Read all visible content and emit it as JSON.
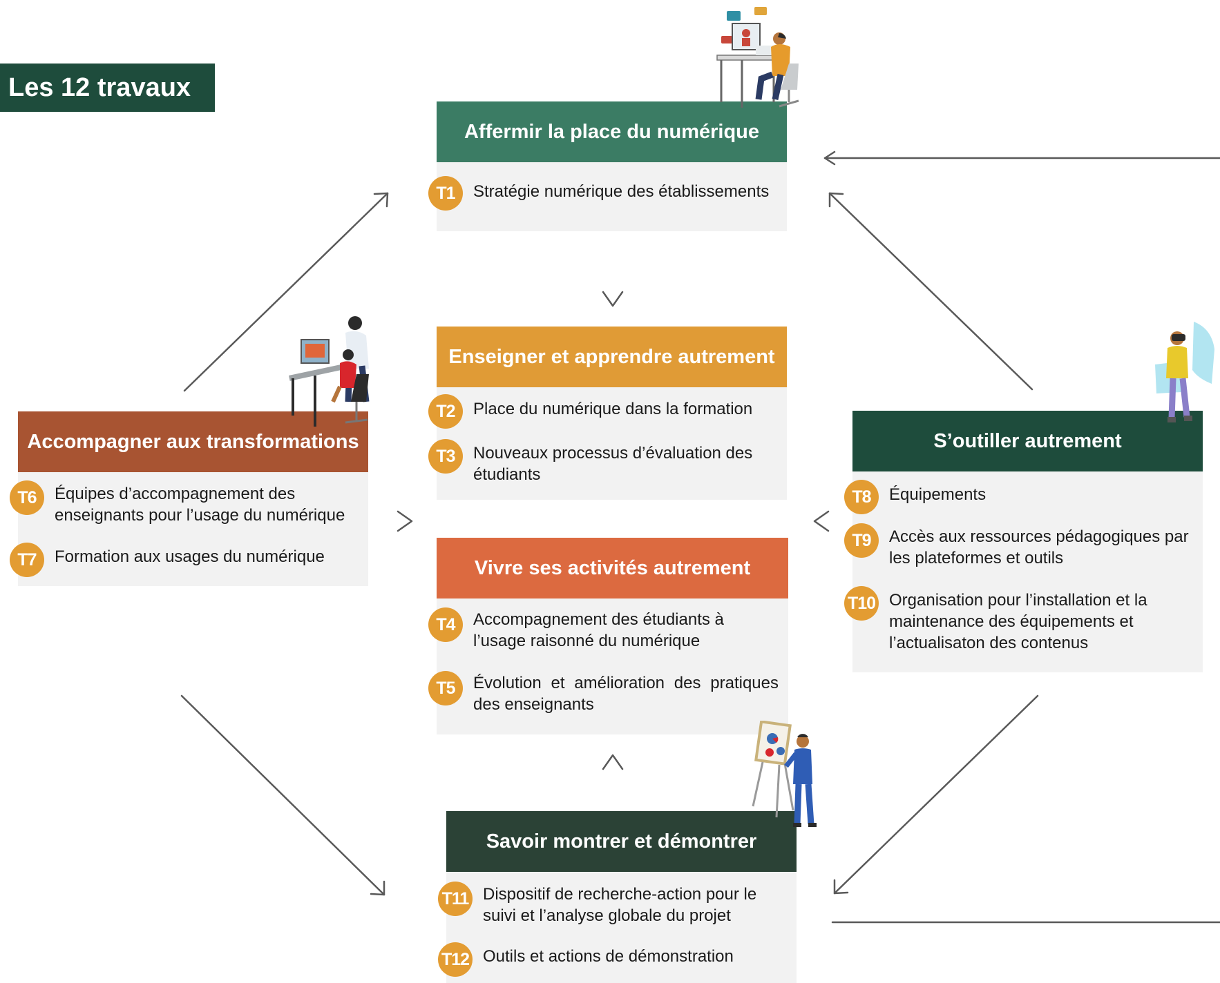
{
  "page_title": "Les 12 travaux",
  "colors": {
    "title_bg": "#1e4c3c",
    "badge": "#e39c32",
    "body_bg": "#f2f2f2",
    "arrow": "#595959"
  },
  "groups": {
    "affermir": {
      "title": "Affermir la place du numérique",
      "color": "#3b7c64",
      "items": [
        {
          "code": "T1",
          "text": "Stratégie numérique des établissements"
        }
      ]
    },
    "enseigner": {
      "title": "Enseigner et apprendre autrement",
      "color": "#e09b36",
      "items": [
        {
          "code": "T2",
          "text": "Place du numérique dans la formation"
        },
        {
          "code": "T3",
          "text": "Nouveaux processus d’évaluation des étudiants"
        }
      ]
    },
    "vivre": {
      "title": "Vivre ses activités autrement",
      "color": "#dc6a40",
      "items": [
        {
          "code": "T4",
          "text": "Accompagnement des étudiants à l’usage raisonné du numérique"
        },
        {
          "code": "T5",
          "text": "Évolution et amélioration des pratiques des enseignants"
        }
      ]
    },
    "accompagner": {
      "title": "Accompagner aux transformations",
      "color": "#a85432",
      "items": [
        {
          "code": "T6",
          "text": "Équipes d’accompagnement des enseignants pour l’usage du numérique"
        },
        {
          "code": "T7",
          "text": "Formation aux usages du numérique"
        }
      ]
    },
    "outiller": {
      "title": "S’outiller autrement",
      "color": "#1e4c3c",
      "items": [
        {
          "code": "T8",
          "text": "Équipements"
        },
        {
          "code": "T9",
          "text": "Accès aux ressources pédagogiques par les plateformes et outils"
        },
        {
          "code": "T10",
          "text": "Organisation pour  l’installation et la maintenance des équipements et l’actualisaton des  contenus"
        }
      ]
    },
    "savoir": {
      "title": "Savoir montrer et démontrer",
      "color": "#2b4236",
      "items": [
        {
          "code": "T11",
          "text": "Dispositif de recherche-action pour le suivi et l’analyse globale du projet"
        },
        {
          "code": "T12",
          "text": "Outils et actions de démonstration"
        }
      ]
    }
  },
  "illustrations": [
    "person-at-desk-video-call",
    "coworkers-at-computer",
    "person-with-vr-headset",
    "presenter-at-easel"
  ]
}
